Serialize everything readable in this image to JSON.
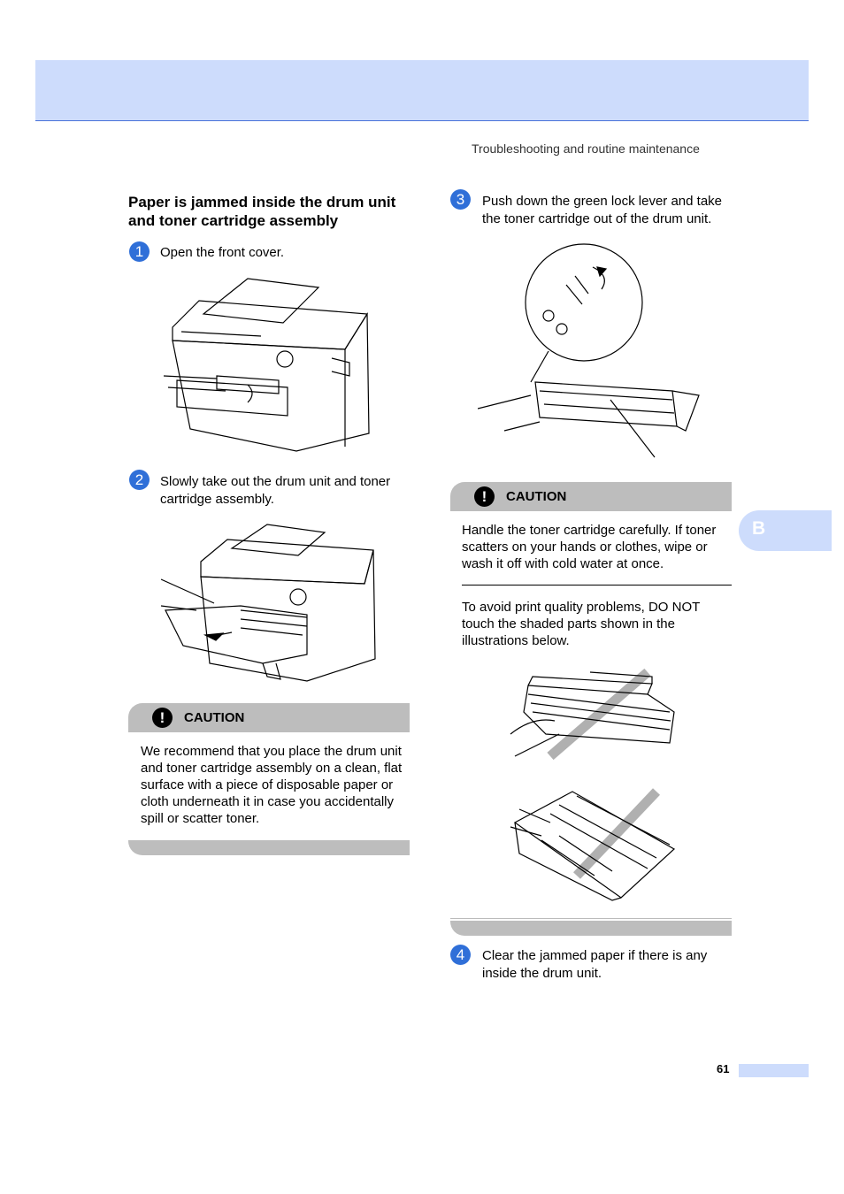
{
  "running_head": "Troubleshooting and routine maintenance",
  "section_title": "Paper is jammed inside the drum unit and toner cartridge assembly",
  "steps": [
    {
      "num": "1",
      "text": "Open the front cover."
    },
    {
      "num": "2",
      "text": "Slowly take out the drum unit and toner cartridge assembly."
    },
    {
      "num": "3",
      "text": "Push down the green lock lever and take the toner cartridge out of the drum unit."
    },
    {
      "num": "4",
      "text": "Clear the jammed paper if there is any inside the drum unit."
    }
  ],
  "caution_left": {
    "icon": "!",
    "label": "CAUTION",
    "body": "We recommend that you place the drum unit and toner cartridge assembly on a clean, flat surface with a piece of disposable paper or cloth underneath it in case you accidentally spill or scatter toner."
  },
  "caution_right": {
    "icon": "!",
    "label": "CAUTION",
    "body1": "Handle the toner cartridge carefully. If toner scatters on your hands or clothes, wipe or wash it off with cold water at once.",
    "body2": "To avoid print quality problems, DO NOT touch the shaded parts shown in the illustrations below."
  },
  "side_tab": "B",
  "page_number": "61",
  "colors": {
    "accent": "#2f6fd8",
    "band": "#cddcfc",
    "caution_gray": "#bdbdbd"
  }
}
